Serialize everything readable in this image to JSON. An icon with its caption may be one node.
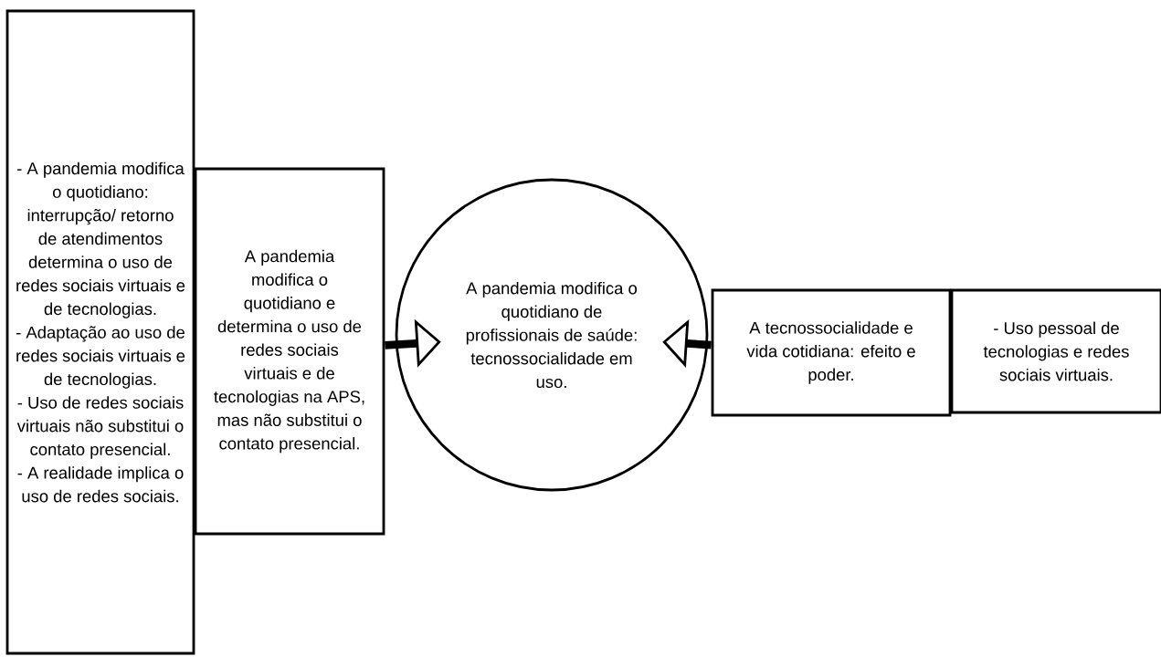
{
  "diagram": {
    "nodes": [
      {
        "text": [
          "- A pandemia modifica o quotidiano: interrupção/ retorno de atendimentos determina o uso de redes sociais virtuais e de tecnologias.",
          "- Adaptação ao uso de redes sociais virtuais e de tecnologias.",
          "- Uso de redes sociais virtuais não substitui o contato presencial.",
          "- A realidade implica o uso de redes sociais."
        ]
      },
      {
        "text": [
          "A pandemia modifica o quotidiano e determina o uso de redes sociais virtuais e de tecnologias na APS, mas não substitui o contato presencial."
        ]
      },
      {
        "text": [
          "A pandemia modifica o quotidiano de profissionais de saúde: tecnossocialidade em uso."
        ]
      },
      {
        "text": [
          "A tecnossocialidade e vida cotidiana: efeito e poder."
        ]
      },
      {
        "text": [
          "- Uso pessoal de tecnologias e redes sociais virtuais."
        ]
      }
    ],
    "edges": [
      {
        "from": 1,
        "to": 2,
        "arrow": "to"
      },
      {
        "from": 3,
        "to": 2,
        "arrow": "to"
      }
    ]
  }
}
